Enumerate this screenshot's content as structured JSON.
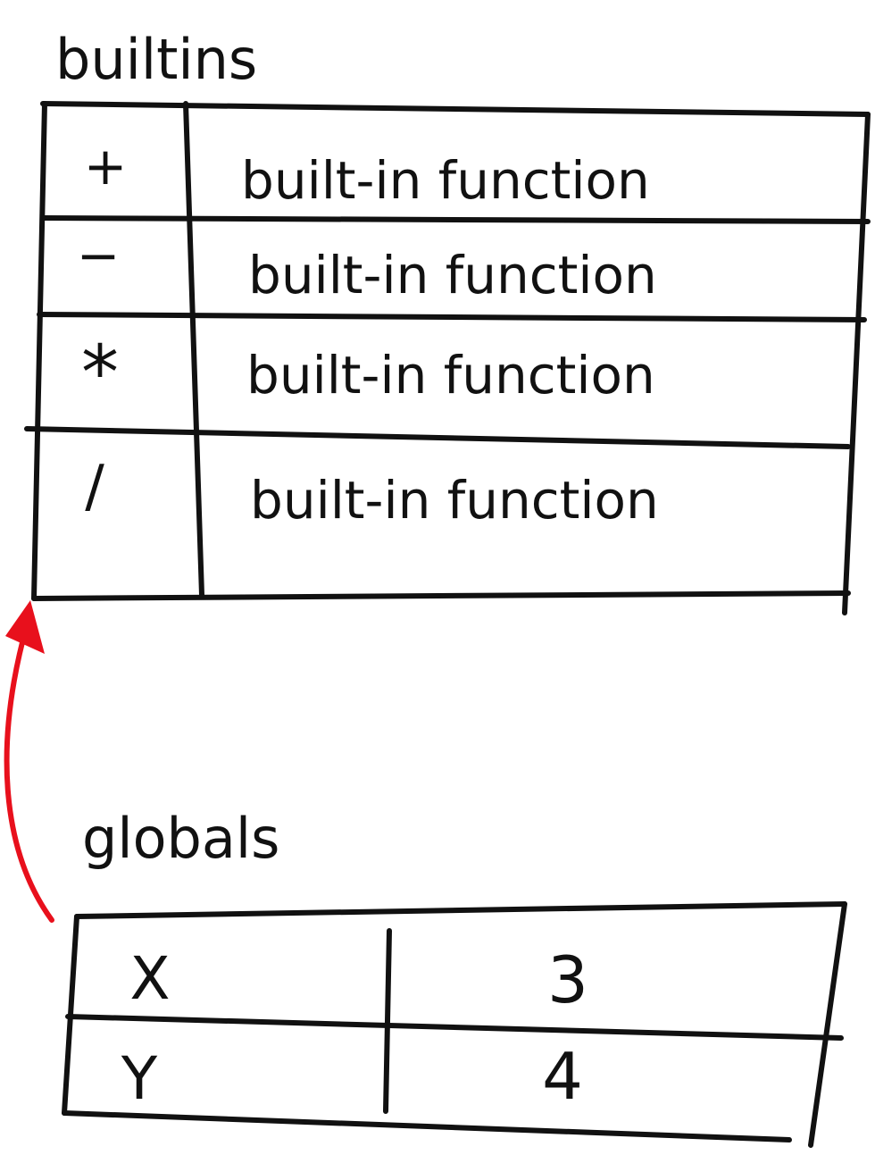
{
  "colors": {
    "ink": "#111111",
    "arrow": "#e8101c",
    "background": "#ffffff"
  },
  "builtins": {
    "title": "builtins",
    "rows": [
      {
        "key": "+",
        "value": "built-in function"
      },
      {
        "key": "−",
        "value": "built-in function"
      },
      {
        "key": "*",
        "value": "built-in function"
      },
      {
        "key": "/",
        "value": "built-in function"
      }
    ]
  },
  "globals": {
    "title": "globals",
    "rows": [
      {
        "key": "X",
        "value": "3"
      },
      {
        "key": "Y",
        "value": "4"
      }
    ]
  },
  "arrow": {
    "from": "globals",
    "to": "builtins"
  }
}
